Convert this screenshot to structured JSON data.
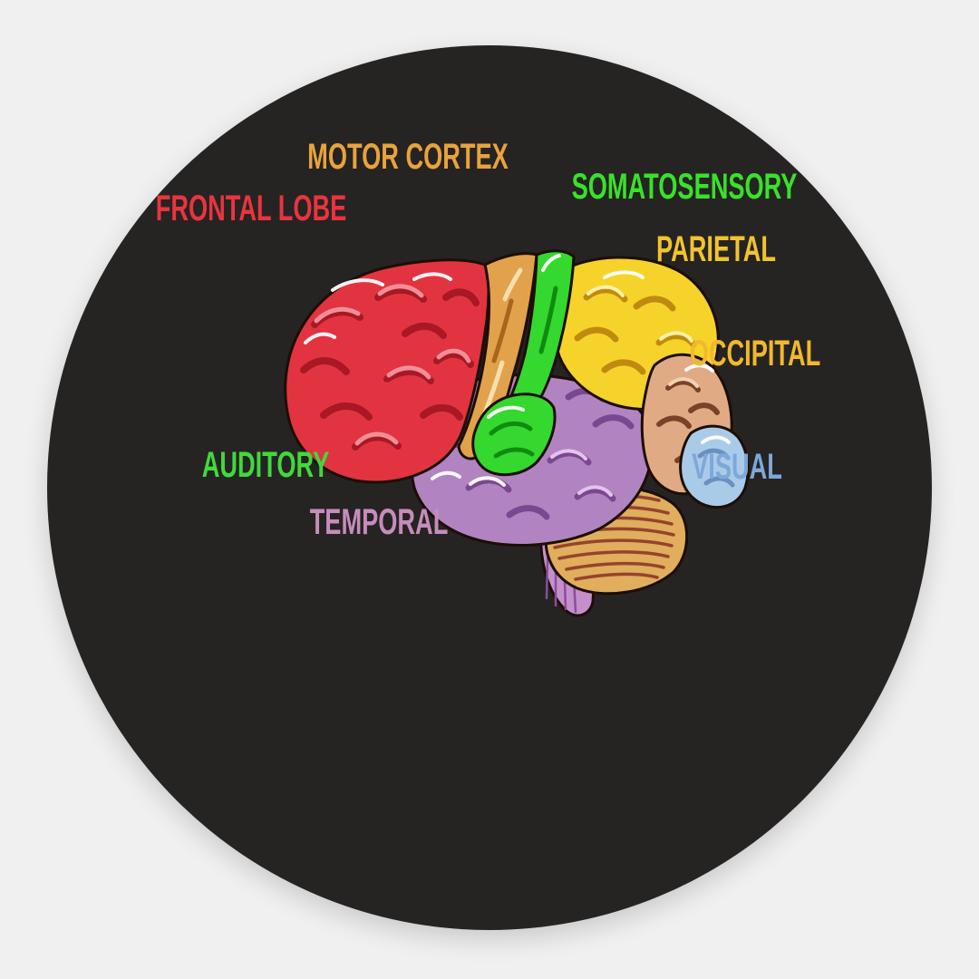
{
  "page": {
    "background_color": "#f0f0f0"
  },
  "sticker": {
    "circle_color": "#262323"
  },
  "brain": {
    "labels": {
      "motor_cortex": {
        "text": "MOTOR CORTEX",
        "color": "#e8a33b"
      },
      "frontal_lobe": {
        "text": "FRONTAL LOBE",
        "color": "#e9343e"
      },
      "somatosensory": {
        "text": "SOMATOSENSORY",
        "color": "#38e229"
      },
      "parietal": {
        "text": "PARIETAL",
        "color": "#f1c42f"
      },
      "occipital": {
        "text": "OCCIPITAL",
        "color": "#f1b92b"
      },
      "auditory": {
        "text": "AUDITORY",
        "color": "#41d93b"
      },
      "visual": {
        "text": "VISUAL",
        "color": "#7da8d8"
      },
      "temporal": {
        "text": "TEMPORAL",
        "color": "#c68cba"
      }
    },
    "regions": {
      "frontal": "#e23440",
      "motor": "#e2a14b",
      "somatosensory": "#35d82e",
      "parietal": "#f6d32b",
      "occipital": "#e0ab84",
      "visual": "#a9cbe8",
      "temporal": "#b184c1",
      "auditory": "#35d82e",
      "cerebellum": "#e0ae5c",
      "brainstem": "#c490cc"
    }
  }
}
